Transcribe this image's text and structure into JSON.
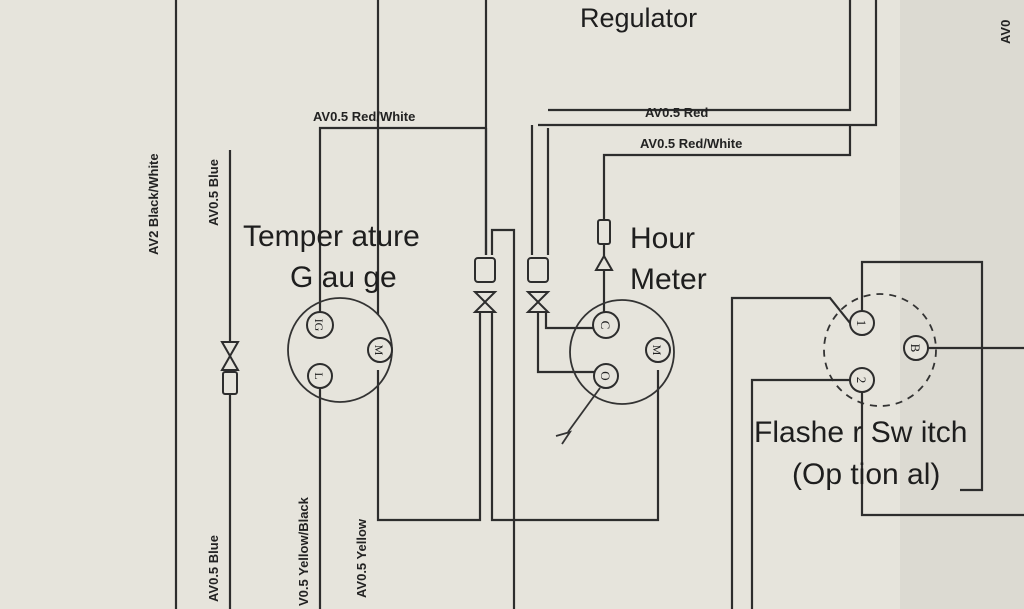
{
  "components": {
    "regulator": "Regulator",
    "temperature_gauge": {
      "line1": "Temper ature",
      "line2": "G au ge",
      "pins": [
        "IG",
        "M",
        "L"
      ]
    },
    "hour_meter": {
      "line1": "Hour",
      "line2": "Meter",
      "pins": [
        "C",
        "M",
        "O"
      ]
    },
    "flasher_switch": {
      "line1": "Flashe r Sw itch",
      "line2": "(Op tion al)",
      "pins": [
        "1",
        "B",
        "2"
      ]
    }
  },
  "wire_labels": {
    "top_red_white": "AV0.5 Red/White",
    "top_red": "AV0.5 Red",
    "top_red_white_2": "AV0.5 Red/White",
    "left_black_white": "AV2 Black/White",
    "left_blue": "AV0.5 Blue",
    "bottom_blue": "AV0.5 Blue",
    "bottom_yellow_black": "V0.5 Yellow/Black",
    "bottom_yellow": "AV0.5 Yellow",
    "top_right_partial": "AV0"
  }
}
